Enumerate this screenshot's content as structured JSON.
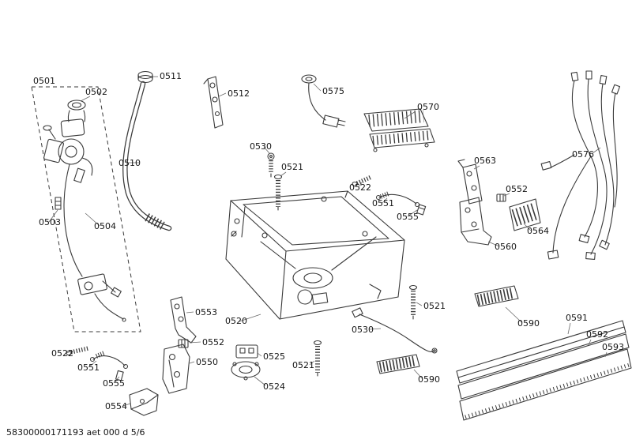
{
  "diagram": {
    "footer_code": "58300000171193 aet 000 d 5/6",
    "line_color": "#3a3a3a",
    "background": "#ffffff",
    "description": "Exploded parts diagram, dishwasher base assembly, sheet 5/6"
  },
  "labels": [
    {
      "text": "0501"
    },
    {
      "text": "0502"
    },
    {
      "text": "0503"
    },
    {
      "text": "0504"
    },
    {
      "text": "0510"
    },
    {
      "text": "0511"
    },
    {
      "text": "0512"
    },
    {
      "text": "0575"
    },
    {
      "text": "0570"
    },
    {
      "text": "0576"
    },
    {
      "text": "0530"
    },
    {
      "text": "0521"
    },
    {
      "text": "0522"
    },
    {
      "text": "0551"
    },
    {
      "text": "0555"
    },
    {
      "text": "0563"
    },
    {
      "text": "0552"
    },
    {
      "text": "0564"
    },
    {
      "text": "0560"
    },
    {
      "text": "0553"
    },
    {
      "text": "0520"
    },
    {
      "text": "0552"
    },
    {
      "text": "0550"
    },
    {
      "text": "0525"
    },
    {
      "text": "0524"
    },
    {
      "text": "0521"
    },
    {
      "text": "0530"
    },
    {
      "text": "0521"
    },
    {
      "text": "0590"
    },
    {
      "text": "0590"
    },
    {
      "text": "0591"
    },
    {
      "text": "0592"
    },
    {
      "text": "0593"
    },
    {
      "text": "0522"
    },
    {
      "text": "0551"
    },
    {
      "text": "0555"
    },
    {
      "text": "0554"
    }
  ]
}
